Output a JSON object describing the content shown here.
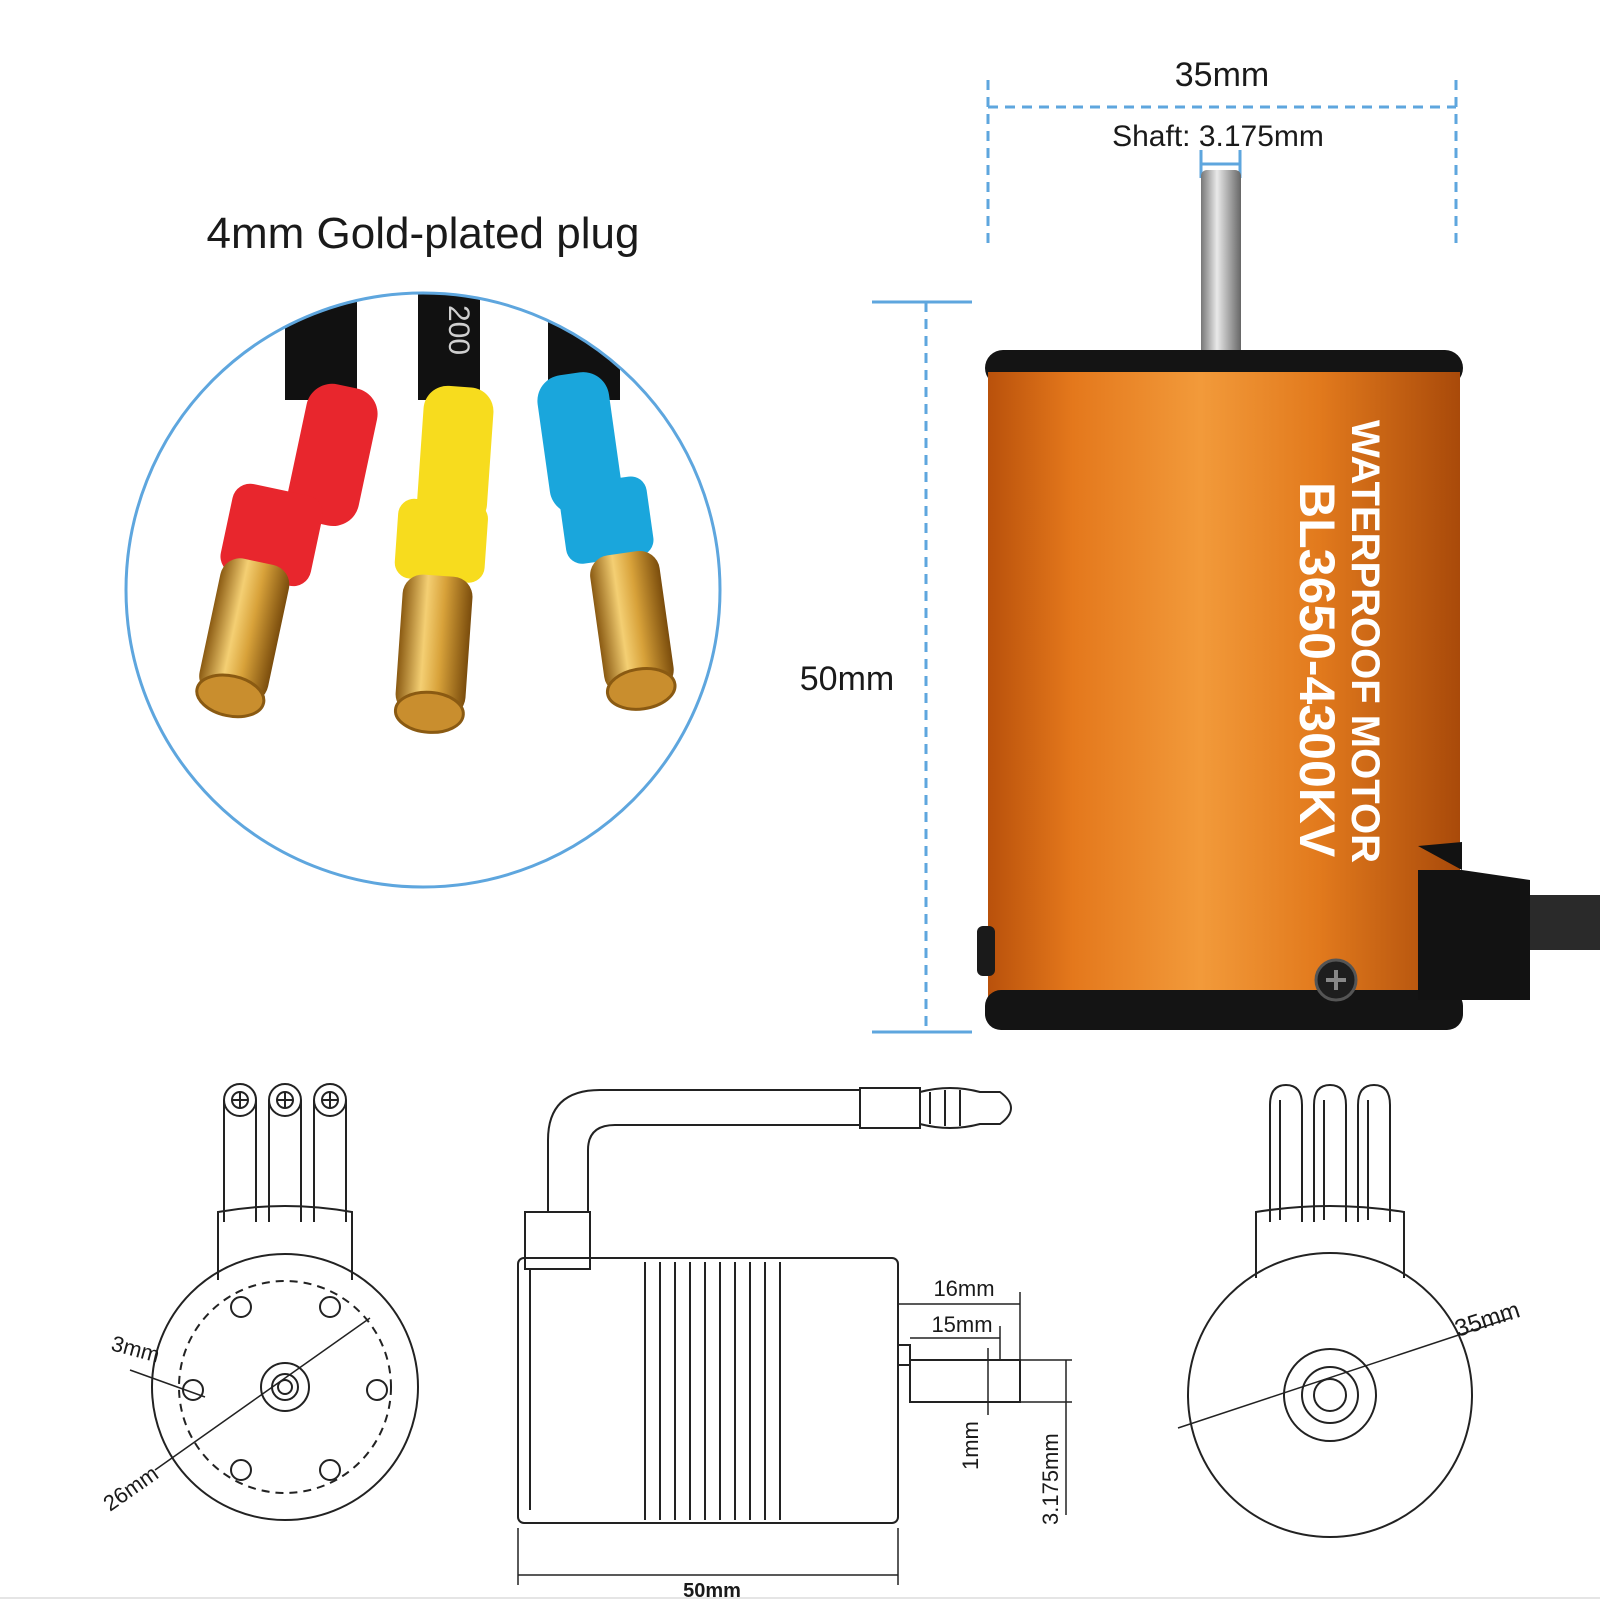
{
  "plug": {
    "title": "4mm Gold-plated plug",
    "wire_print": "200"
  },
  "motor": {
    "label_line1": "WATERPROOF MOTOR",
    "label_line2": "BL3650-4300KV",
    "width": "35mm",
    "shaft": "Shaft: 3.175mm",
    "height": "50mm"
  },
  "drawings": {
    "front": {
      "hole": "3mm",
      "bolt_circle": "26mm"
    },
    "side": {
      "d16": "16mm",
      "d15": "15mm",
      "d1": "1mm",
      "d3175": "3.175mm",
      "len": "50mm"
    },
    "back": {
      "diam": "35mm"
    }
  },
  "colors": {
    "accent_blue": "#5ea6de",
    "motor_orange": "#e07a1e",
    "red": "#e8262d",
    "yellow": "#f7dc1e",
    "cyan": "#1aa6dc",
    "gold": "#d8a23a"
  }
}
